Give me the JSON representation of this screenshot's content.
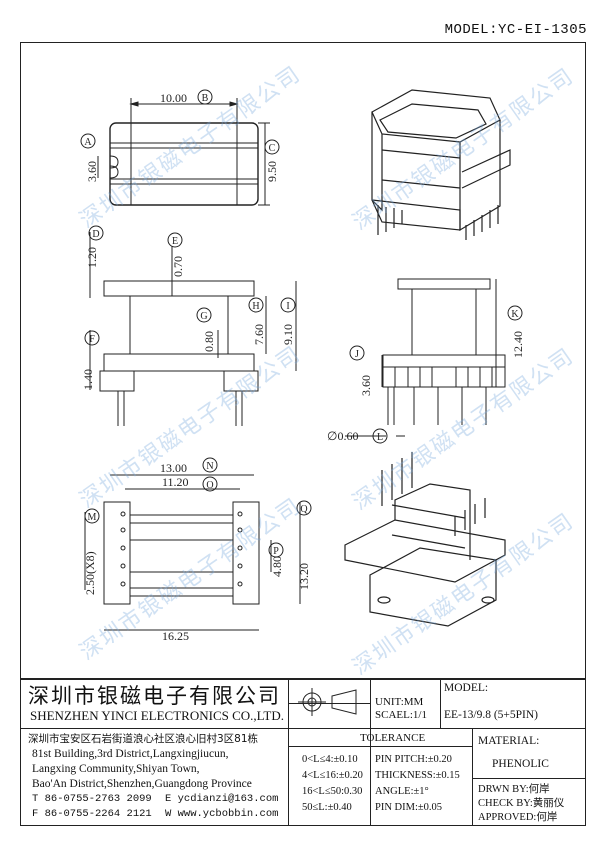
{
  "model_header": "MODEL:YC-EI-1305",
  "watermark": "深圳市银磁电子有限公司",
  "dimensions": {
    "top_width": "10.00",
    "top_slot": "3.60",
    "top_depth": "9.50",
    "side_top_gap": "1.20",
    "side_flange": "0.70",
    "side_inner": "0.80",
    "side_window": "7.60",
    "side_total": "9.10",
    "side_base": "1.40",
    "front_height": "12.40",
    "front_pin_len": "3.60",
    "pin_dia": "∅0.60",
    "bottom_outer": "13.00",
    "bottom_inner": "11.20",
    "bottom_pitch": "2.50(X8)",
    "bottom_center": "4.80",
    "bottom_depth": "13.20",
    "bottom_width": "16.25"
  },
  "circle_labels": [
    "A",
    "B",
    "C",
    "D",
    "E",
    "F",
    "G",
    "H",
    "I",
    "J",
    "K",
    "L",
    "M",
    "N",
    "O",
    "P",
    "Q"
  ],
  "company": {
    "name_cn": "深圳市银磁电子有限公司",
    "name_en": "SHENZHEN YINCI ELECTRONICS CO.,LTD.",
    "address_cn": "深圳市宝安区石岩街道浪心社区浪心旧村3区81栋",
    "address_en_1": "81st Building,3rd District,Langxingjiucun,",
    "address_en_2": "Langxing Community,Shiyan Town,",
    "address_en_3": "Bao'An District,Shenzhen,Guangdong Province",
    "tel": "T 86-0755-2763 2099",
    "email": "E ycdianzi@163.com",
    "fax": "F 86-0755-2264 2121",
    "web": "W www.ycbobbin.com"
  },
  "unit": "UNIT:MM",
  "scale": "SCAEL:1/1",
  "model_label": "MODEL:",
  "model_value": "EE-13/9.8 (5+5PIN)",
  "tolerance": {
    "title": "TOLERANCE",
    "rows": [
      "0<L≤4:±0.10",
      "4<L≤16:±0.20",
      "16<L≤50:0.30",
      "50≤L:±0.40"
    ],
    "right_rows": [
      "PIN PITCH:±0.20",
      "THICKNESS:±0.15",
      "ANGLE:±1°",
      "PIN DIM:±0.05"
    ]
  },
  "material_label": "MATERIAL:",
  "material_value": "PHENOLIC",
  "drwn": "DRWN BY:何岸",
  "check": "CHECK BY:黄丽仪",
  "approved": "APPROVED:何岸",
  "colors": {
    "line": "#222222",
    "watermark": "#8cb4dc"
  }
}
